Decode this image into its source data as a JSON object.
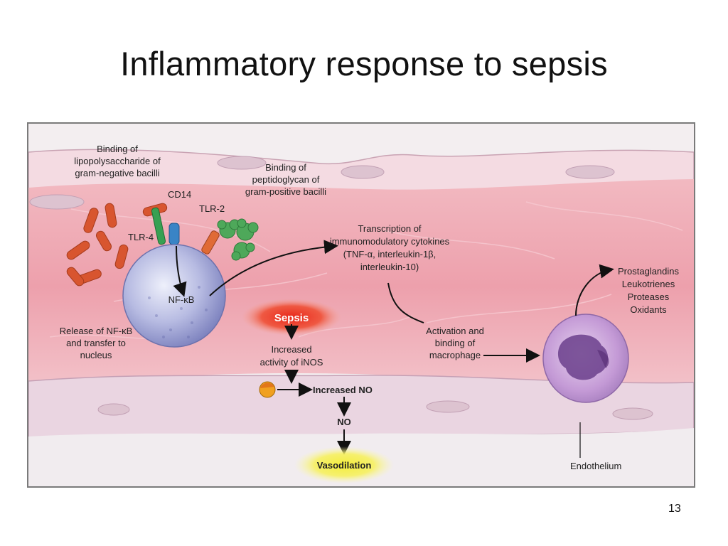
{
  "slide": {
    "title": "Inflammatory response to sepsis",
    "page_number": "13"
  },
  "diagram": {
    "lps_binding": [
      "Binding of",
      "lipopolysaccharide of",
      "gram-negative bacilli"
    ],
    "peptidoglycan_binding": [
      "Binding of",
      "peptidoglycan of",
      "gram-positive bacilli"
    ],
    "cd14": "CD14",
    "tlr2": "TLR-2",
    "tlr4": "TLR-4",
    "nfkb": "NF-κB",
    "release_nfkb": [
      "Release of NF-κB",
      "and transfer to",
      "nucleus"
    ],
    "transcription": [
      "Transcription of",
      "immunomodulatory cytokines",
      "(TNF-α, interleukin-1β,",
      "interleukin-10)"
    ],
    "sepsis": "Sepsis",
    "increased_inos": [
      "Increased",
      "activity of iNOS"
    ],
    "increased_no": "Increased NO",
    "no": "NO",
    "vasodilation": "Vasodilation",
    "macrophage_activation": [
      "Activation and",
      "binding of",
      "macrophage"
    ],
    "mediators": [
      "Prostaglandins",
      "Leukotrienes",
      "Proteases",
      "Oxidants"
    ],
    "endothelium": "Endothelium"
  },
  "colors": {
    "tissue": "#e98f9e",
    "endothelium": "#e9d3df",
    "bacteria_gram_negative": "#d8552f",
    "bacteria_gram_positive": "#4ea85a",
    "sepsis_glow": "#e8261a",
    "vasodilation_glow": "#f4ee3a",
    "macrophage": "#b58bc9",
    "nfkb_cell": "#9aa0d3"
  }
}
